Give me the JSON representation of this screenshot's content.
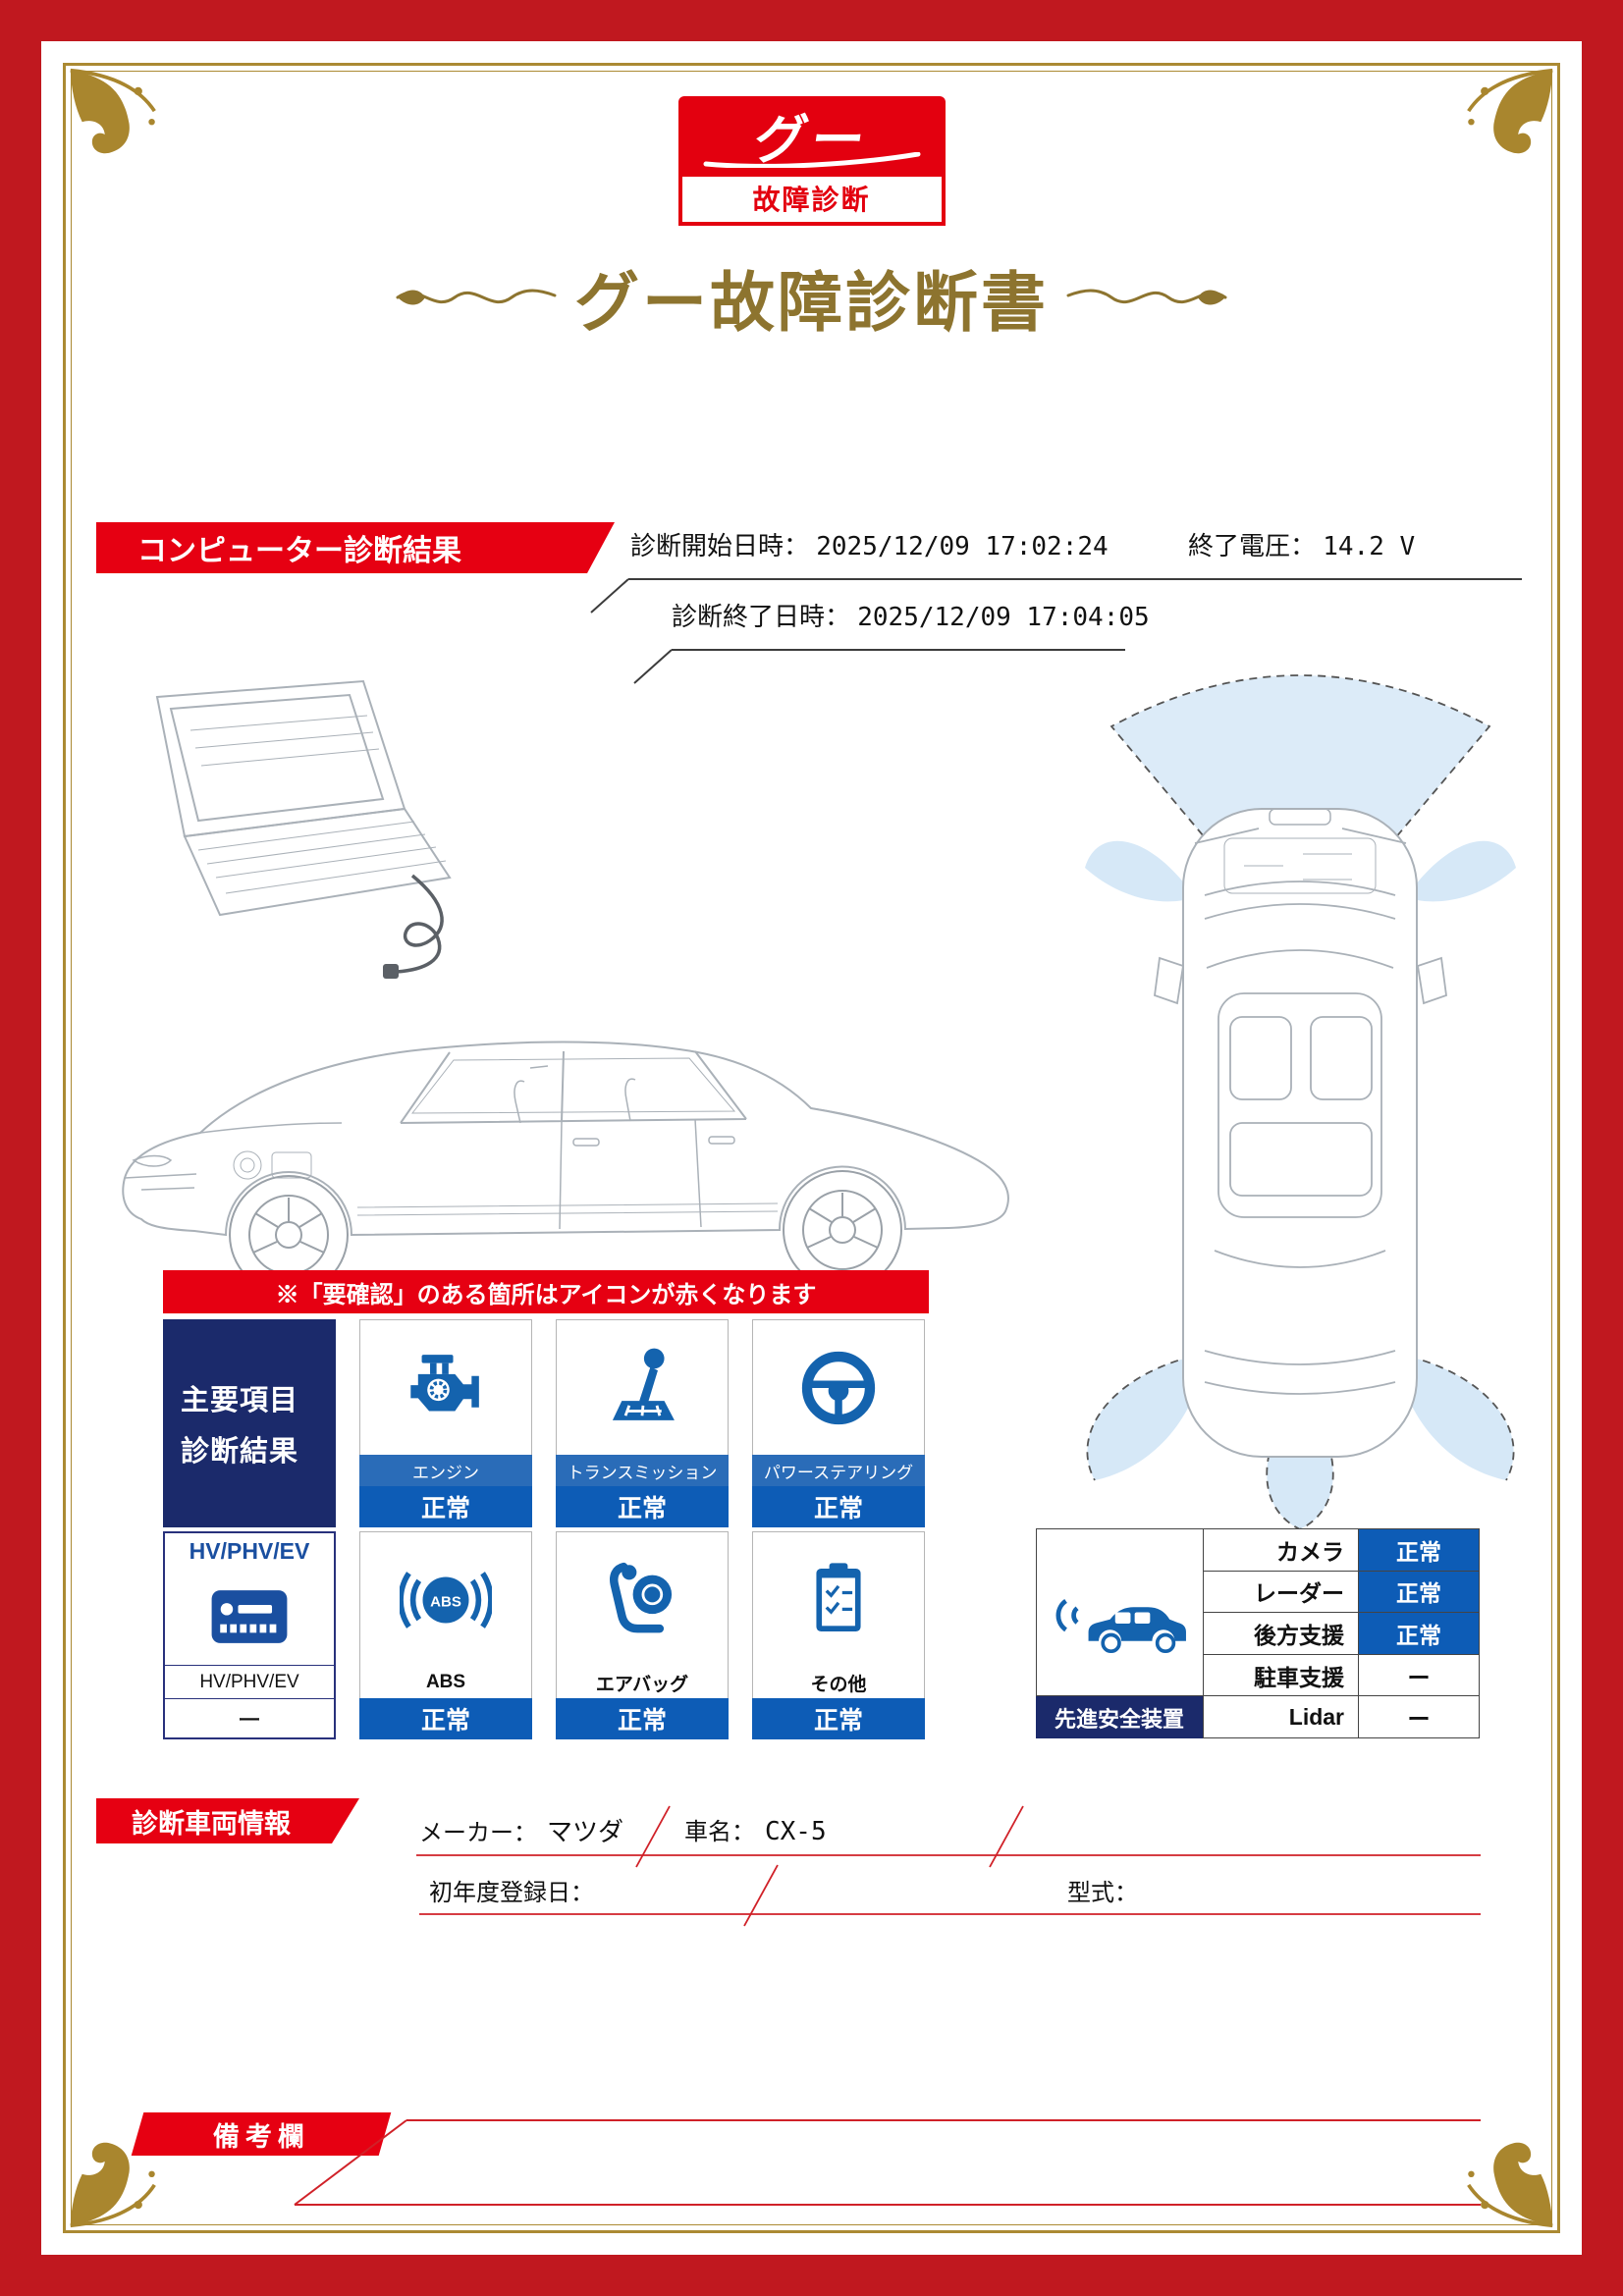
{
  "colors": {
    "page_border_red": "#c0181f",
    "banner_red": "#e60012",
    "logo_red": "#e3000f",
    "gold": "#ab8a33",
    "title_brown": "#8d742f",
    "navy": "#1b2a6b",
    "status_blue": "#0d5cb6",
    "label_blue": "#2a6cb8",
    "icon_blue": "#1463ae",
    "sensor_light_blue": "#d6e8f7"
  },
  "logo": {
    "top": "グー",
    "bottom": "故障診断"
  },
  "title": "グー故障診断書",
  "diagnosis": {
    "banner": "コンピューター診断結果",
    "start_label": "診断開始日時：",
    "start_value": "2025/12/09 17:02:24",
    "voltage_label": "終了電圧：",
    "voltage_value": "14.2 V",
    "end_label": "診断終了日時：",
    "end_value": "2025/12/09 17:04:05"
  },
  "notice": "※「要確認」のある箇所はアイコンが赤くなります",
  "main_grid": {
    "header_line1": "主要項目",
    "header_line2": "診断結果",
    "items": [
      {
        "label": "エンジン",
        "status": "正常",
        "icon": "engine-icon"
      },
      {
        "label": "トランスミッション",
        "status": "正常",
        "icon": "transmission-icon"
      },
      {
        "label": "パワーステアリング",
        "status": "正常",
        "icon": "steering-icon"
      },
      {
        "label": "ABS",
        "status": "正常",
        "icon": "abs-icon"
      },
      {
        "label": "エアバッグ",
        "status": "正常",
        "icon": "airbag-icon"
      },
      {
        "label": "その他",
        "status": "正常",
        "icon": "clipboard-icon"
      }
    ],
    "hv": {
      "title": "HV/PHV/EV",
      "label": "HV/PHV/EV",
      "status": "ー",
      "icon": "hv-battery-icon"
    }
  },
  "safety": {
    "banner": "先進安全装置",
    "icon": "car-sensor-icon",
    "rows": [
      {
        "label": "カメラ",
        "status": "正常"
      },
      {
        "label": "レーダー",
        "status": "正常"
      },
      {
        "label": "後方支援",
        "status": "正常"
      },
      {
        "label": "駐車支援",
        "status": "ー"
      },
      {
        "label": "Lidar",
        "status": "ー"
      }
    ]
  },
  "vehicle": {
    "banner": "診断車両情報",
    "maker_label": "メーカー：",
    "maker_value": "マツダ",
    "name_label": "車名：",
    "name_value": "CX-5",
    "reg_label": "初年度登録日：",
    "reg_value": "",
    "model_label": "型式：",
    "model_value": ""
  },
  "remarks": {
    "banner": "備考欄"
  }
}
